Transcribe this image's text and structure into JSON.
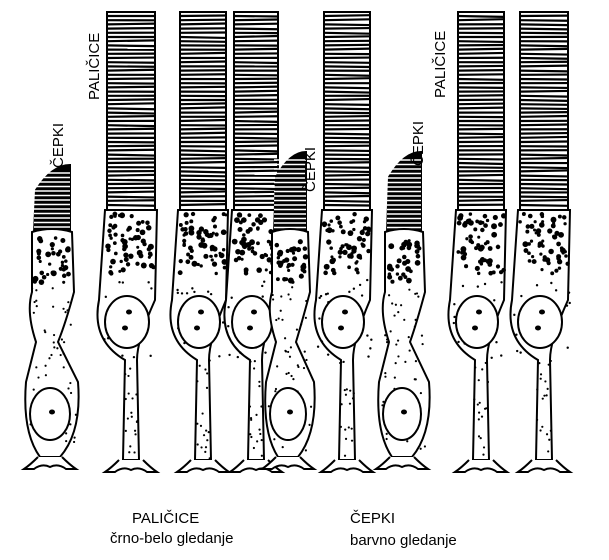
{
  "labels": {
    "cone_top_1": "ČEPKI",
    "rod_top_1": "PALIČICE",
    "cone_top_2": "ČEPKI",
    "cone_top_3": "ČEPKI",
    "rod_top_2": "PALIČICE"
  },
  "legend": {
    "rods_title": "PALIČICE",
    "rods_desc": "črno-belo gledanje",
    "cones_title": "ČEPKI",
    "cones_desc": "barvno gledanje"
  }
}
